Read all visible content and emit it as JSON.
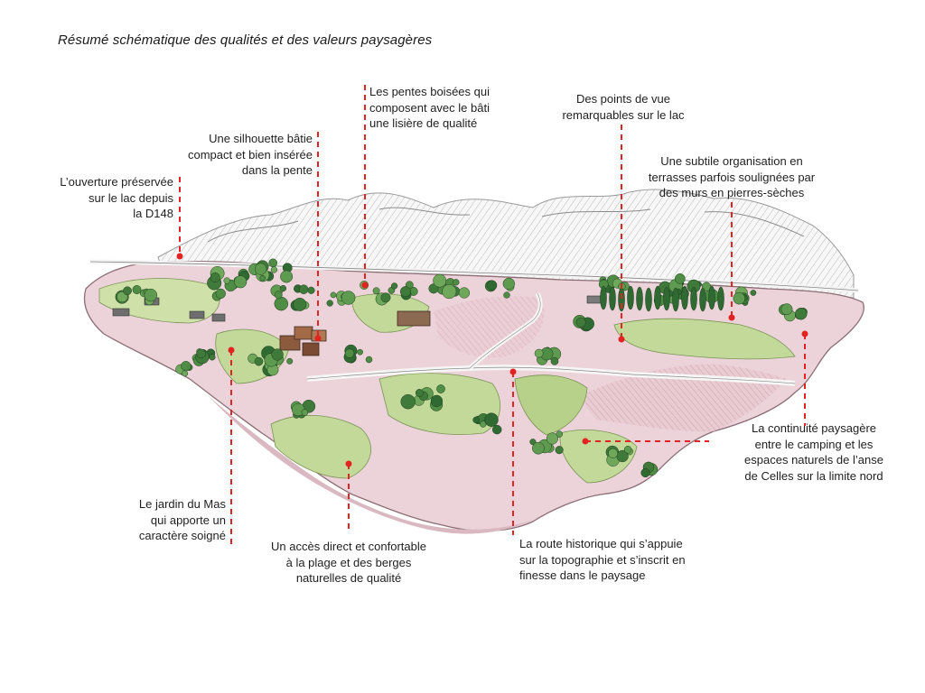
{
  "title": "Résumé schématique des qualités et des valeurs paysagères",
  "colors": {
    "accent": "#e32322",
    "meadow": "#c3d99a",
    "pink_ground": "#ecd3da",
    "forest": "#3f7a3a",
    "road": "#f4f4f4"
  },
  "annotations": {
    "ouverture": "L’ouverture préservée\nsur le lac depuis\nla D148",
    "silhouette": "Une silhouette bâtie\ncompact et bien insérée\ndans la pente",
    "pentes": "Les pentes boisées qui\ncomposent avec le bâti\nune lisière de qualité",
    "points_vue": "Des points de vue\nremarquables sur le lac",
    "terrasses": "Une subtile organisation en\nterrasses parfois soulignées par\ndes murs en pierres-sèches",
    "continuite": "La continuité paysagère\nentre le camping et les\nespaces naturels de l’anse\nde Celles sur la limite nord",
    "jardin": "Le jardin du Mas\nqui apporte un\ncaractère soigné",
    "acces": "Un accès direct et confortable\nà la plage et des berges\nnaturelles de qualité",
    "route": "La route historique qui s’appuie\nsur la topographie et s’inscrit en\nfinesse dans le paysage"
  }
}
